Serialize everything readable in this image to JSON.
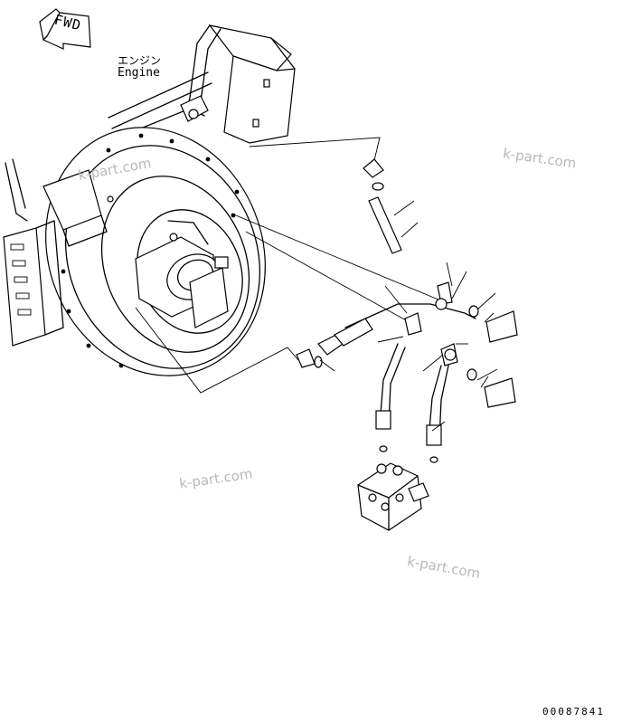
{
  "fwd_label": "FWD",
  "engine_label_jp": "エンジン",
  "engine_label_en": "Engine",
  "watermark": "k-part.com",
  "drawing_number": "00087841",
  "icons": [
    "fwd-arrow-icon"
  ]
}
